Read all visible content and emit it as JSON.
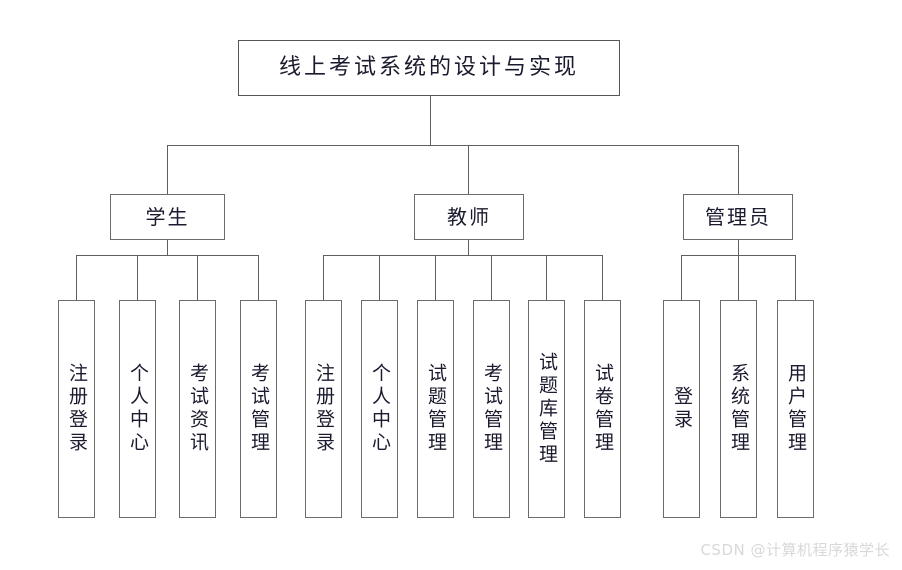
{
  "diagram": {
    "kind": "system-function-structure-tree",
    "root": {
      "label": "线上考试系统的设计与实现"
    },
    "roles": [
      {
        "label": "学生",
        "children": [
          {
            "label": "注册登录"
          },
          {
            "label": "个人中心"
          },
          {
            "label": "考试资讯"
          },
          {
            "label": "考试管理"
          }
        ]
      },
      {
        "label": "教师",
        "children": [
          {
            "label": "注册登录"
          },
          {
            "label": "个人中心"
          },
          {
            "label": "试题管理"
          },
          {
            "label": "考试管理"
          },
          {
            "label": "试题库管理"
          },
          {
            "label": "试卷管理"
          }
        ]
      },
      {
        "label": "管理员",
        "children": [
          {
            "label": "登录"
          },
          {
            "label": "系统管理"
          },
          {
            "label": "用户管理"
          }
        ]
      }
    ]
  },
  "watermark": {
    "text": "CSDN @计算机程序猿学长"
  },
  "colors": {
    "background": "#ffffff",
    "box_border": "#6b6b6b",
    "connector": "#5f5f5f",
    "text": "#1b1b2f",
    "watermark": "#d8d8d8"
  }
}
